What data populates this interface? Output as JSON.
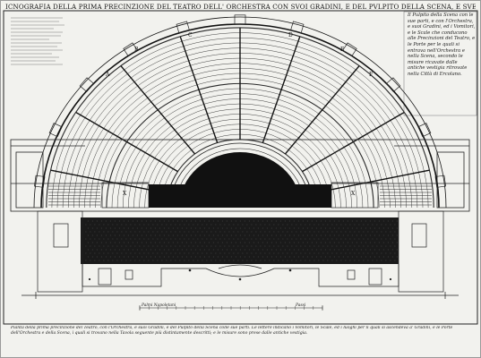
{
  "title": "ICNOGRAFIA DELLA PRIMA PRECINZIONE DEL TEATRO DELL' ORCHESTRA CON SVOI GRADINI, E DEL PVLPITO DELLA SCENA, E SVE PARTI &c",
  "legend_text": "Il Pulpito della Scena con le sue parti, e con l'Orchestra, e suoi Gradini, ed i Vomitori, e le Scale che conducono alle Precinzioni del Teatro, e le Porte per le quali si entrava nell'Orchestra e nella Scena, secondo le misure ricavate dalle antiche vestigia ritrovate nella Città di Ercolano.",
  "caption_text": "Pianta della prima precinzione del Teatro, con l'Orchestra, e suoi Gradini, e del Pulpito della Scena colle sue parti. Le lettere indicano i Vomitori, le Scale, ed i luoghi per li quali si ascendeva a' Gradini, e le Porte dell'Orchestra e della Scena, i quali si trovano nella Tavola seguente più distintamente descritti; e le misure sono prese dalle antiche vestigia.",
  "scale_label_left": "Palmi Napoletani",
  "scale_label_right": "Passi",
  "room_letters": [
    "X",
    "X",
    "A",
    "B",
    "C",
    "D",
    "E",
    "F"
  ]
}
